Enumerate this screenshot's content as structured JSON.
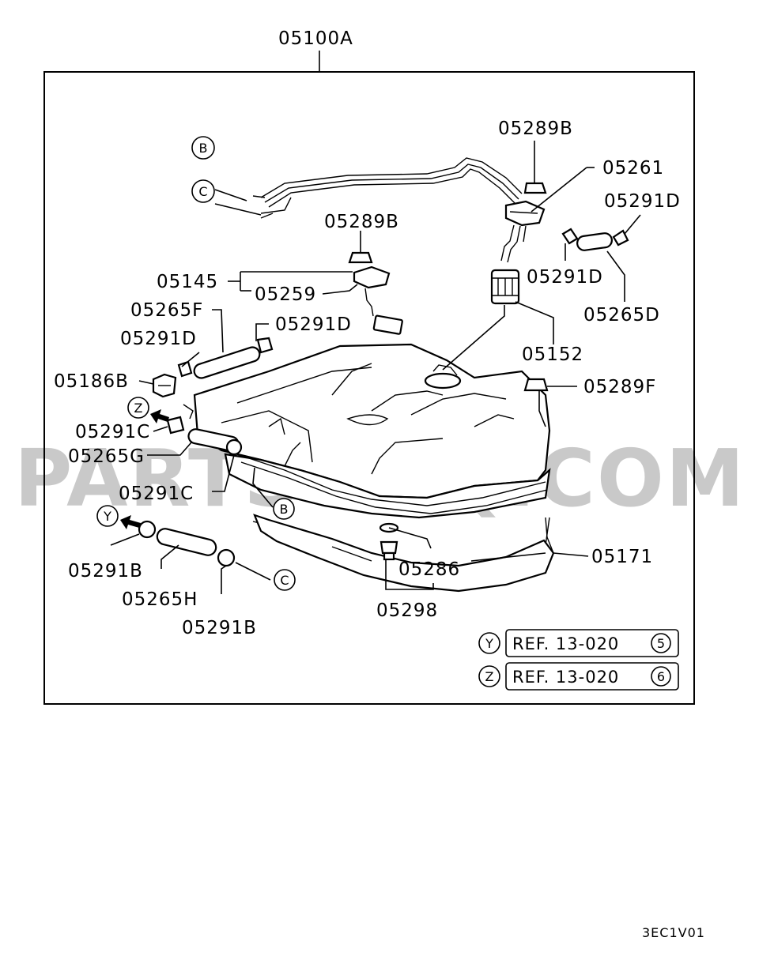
{
  "diagram": {
    "assembly_label": "05100A",
    "labels": {
      "p05289B_top": "05289B",
      "p05261": "05261",
      "p05291D_right": "05291D",
      "p05289B_mid": "05289B",
      "p05145": "05145",
      "p05259": "05259",
      "p05291D_right2": "05291D",
      "p05265D": "05265D",
      "p05265F": "05265F",
      "p05291D_mid": "05291D",
      "p05291D_left": "05291D",
      "p05152": "05152",
      "p05186B": "05186B",
      "p05289F": "05289F",
      "p05291C_a": "05291C",
      "p05265G": "05265G",
      "p05291C_b": "05291C",
      "p05291B_a": "05291B",
      "p05286": "05286",
      "p05171": "05171",
      "p05265H": "05265H",
      "p05298": "05298",
      "p05291B_b": "05291B"
    },
    "connectors": {
      "B_top": "B",
      "C_top": "C",
      "Z_left": "Z",
      "Y_left": "Y",
      "B_bottom": "B",
      "C_bottom": "C"
    },
    "references": [
      {
        "marker": "Y",
        "text": "REF. 13-020",
        "number": "5"
      },
      {
        "marker": "Z",
        "text": "REF. 13-020",
        "number": "6"
      }
    ],
    "watermark": "PARTSOUQ.COM",
    "drawing_code": "3EC1V01"
  }
}
